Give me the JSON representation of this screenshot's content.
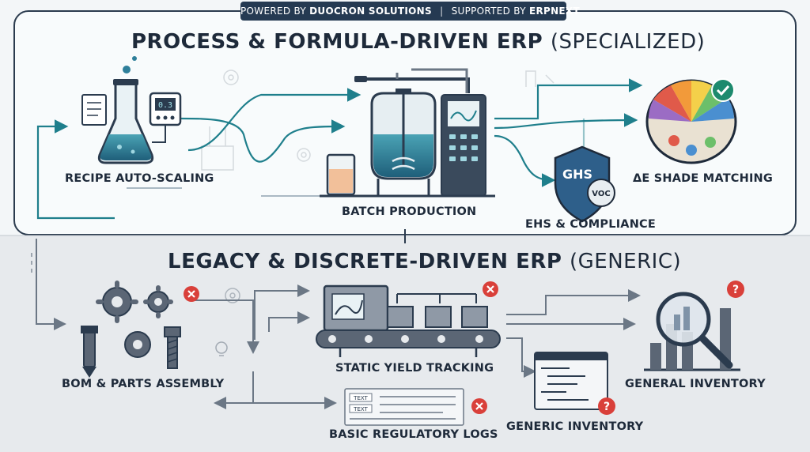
{
  "banner": {
    "powered_prefix": "POWERED BY",
    "powered_name": "DUOCRON SOLUTIONS",
    "separator": "|",
    "supported_prefix": "SUPPORTED BY",
    "supported_name": "ERPNEXT"
  },
  "top_section": {
    "title_main": "PROCESS & FORMULA-DRIVEN ERP",
    "title_paren": "(SPECIALIZED)",
    "nodes": {
      "recipe": "RECIPE AUTO-SCALING",
      "batch": "BATCH PRODUCTION",
      "ehs": "EHS & COMPLIANCE",
      "shade": "ΔE SHADE MATCHING"
    },
    "shield_labels": {
      "ghs": "GHS",
      "voc": "VOC"
    }
  },
  "bottom_section": {
    "title_main": "LEGACY & DISCRETE-DRIVEN ERP",
    "title_paren": "(GENERIC)",
    "nodes": {
      "bom": "BOM & PARTS ASSEMBLY",
      "yield": "STATIC YIELD TRACKING",
      "logs": "BASIC REGULATORY LOGS",
      "generic_inventory": "GENERIC INVENTORY",
      "general_inventory": "GENERAL INVENTORY"
    },
    "doc_labels": [
      "TEXT",
      "TEXT"
    ]
  },
  "colors": {
    "teal": "#1f7f8c",
    "navy": "#253a52",
    "error_red": "#d9403a",
    "check_green": "#1d8a6e",
    "gray_line": "#6b7785"
  },
  "icons": {
    "flask": "flask-icon",
    "reactor": "reactor-icon",
    "shield": "shield-icon",
    "palette": "color-palette-icon",
    "gears": "gears-icon",
    "conveyor": "conveyor-icon",
    "document": "document-icon",
    "code_window": "code-window-icon",
    "magnifier_chart": "magnifier-chart-icon"
  }
}
